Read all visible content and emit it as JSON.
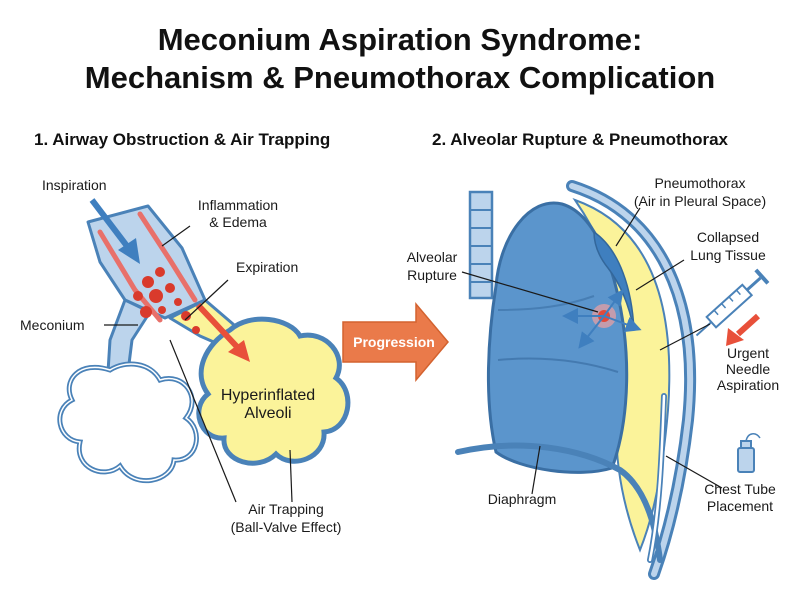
{
  "title": {
    "line1": "Meconium Aspiration Syndrome:",
    "line2": "Mechanism & Pneumothorax Complication"
  },
  "panels": [
    {
      "heading": "1. Airway Obstruction & Air Trapping",
      "labels": {
        "inspiration": "Inspiration",
        "inflammation_1": "Inflammation",
        "inflammation_2": "& Edema",
        "expiration": "Expiration",
        "meconium": "Meconium",
        "hyperinflated_1": "Hyperinflated",
        "hyperinflated_2": "Alveoli",
        "air_trapping_1": "Air Trapping",
        "air_trapping_2": "(Ball-Valve Effect)"
      }
    },
    {
      "heading": "2. Alveolar Rupture & Pneumothorax",
      "labels": {
        "pneumothorax_1": "Pneumothorax",
        "pneumothorax_2": "(Air in Pleural Space)",
        "collapsed_1": "Collapsed",
        "collapsed_2": "Lung Tissue",
        "rupture_1": "Alveolar",
        "rupture_2": "Rupture",
        "urgent_1": "Urgent",
        "urgent_2": "Needle",
        "urgent_3": "Aspiration",
        "diaphragm": "Diaphragm",
        "chest_tube_1": "Chest Tube",
        "chest_tube_2": "Placement"
      }
    }
  ],
  "progression_label": "Progression",
  "colors": {
    "outline": "#4a82b8",
    "airway_fill": "#bcd4ec",
    "lung_fill": "#5b95cc",
    "air_yellow": "#fbf39a",
    "meconium_red": "#d93a2c",
    "progression_orange": "#ea7a4a",
    "needle_arrow": "#e8503a"
  }
}
